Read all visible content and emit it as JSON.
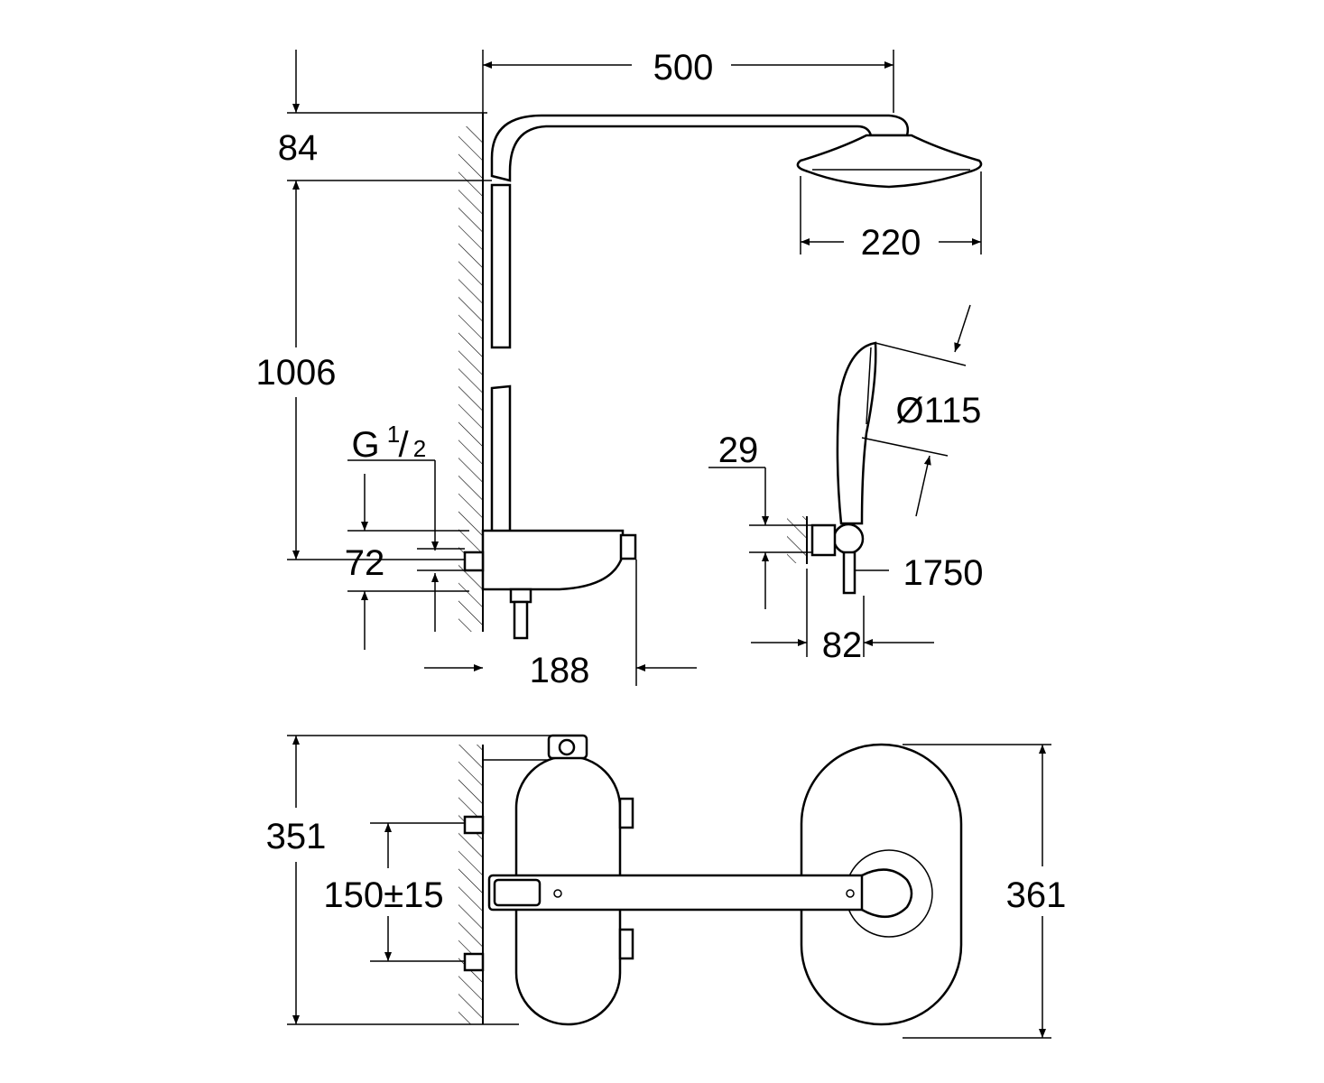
{
  "drawing": {
    "side_view": {
      "dim_arm_length": "500",
      "dim_top_offset": "84",
      "dim_height": "1006",
      "dim_head_diameter": "220",
      "dim_hand_shower_diameter": "Ø115",
      "dim_holder_offset": "29",
      "thread_label": "G",
      "thread_numerator": "1",
      "thread_denominator": "2",
      "dim_inlet_height": "72",
      "dim_hose_length": "1750",
      "dim_holder_depth": "82",
      "dim_projection": "188"
    },
    "front_view": {
      "dim_thermostat_height": "351",
      "dim_inlet_spacing": "150±15",
      "dim_head_height": "361"
    }
  }
}
